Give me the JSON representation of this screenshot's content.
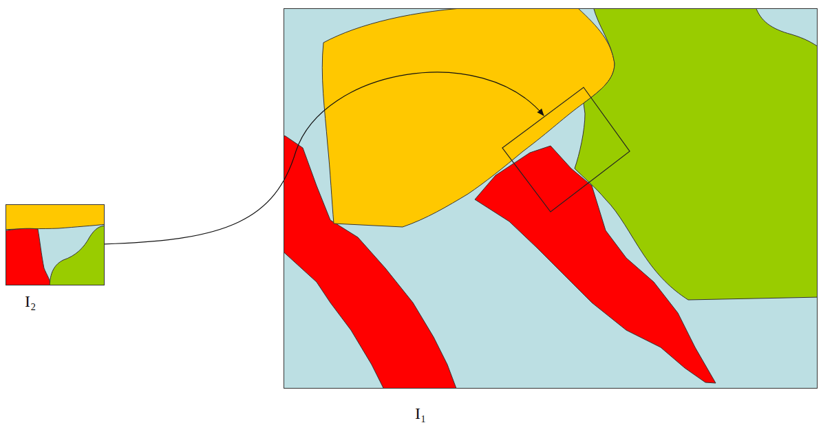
{
  "diagram": {
    "nodes": [
      {
        "text": [
          "I₂"
        ]
      },
      {
        "text": [
          "I₁"
        ]
      }
    ],
    "edges": [
      {
        "from": 0,
        "to": 1,
        "arrow": "to"
      }
    ]
  }
}
